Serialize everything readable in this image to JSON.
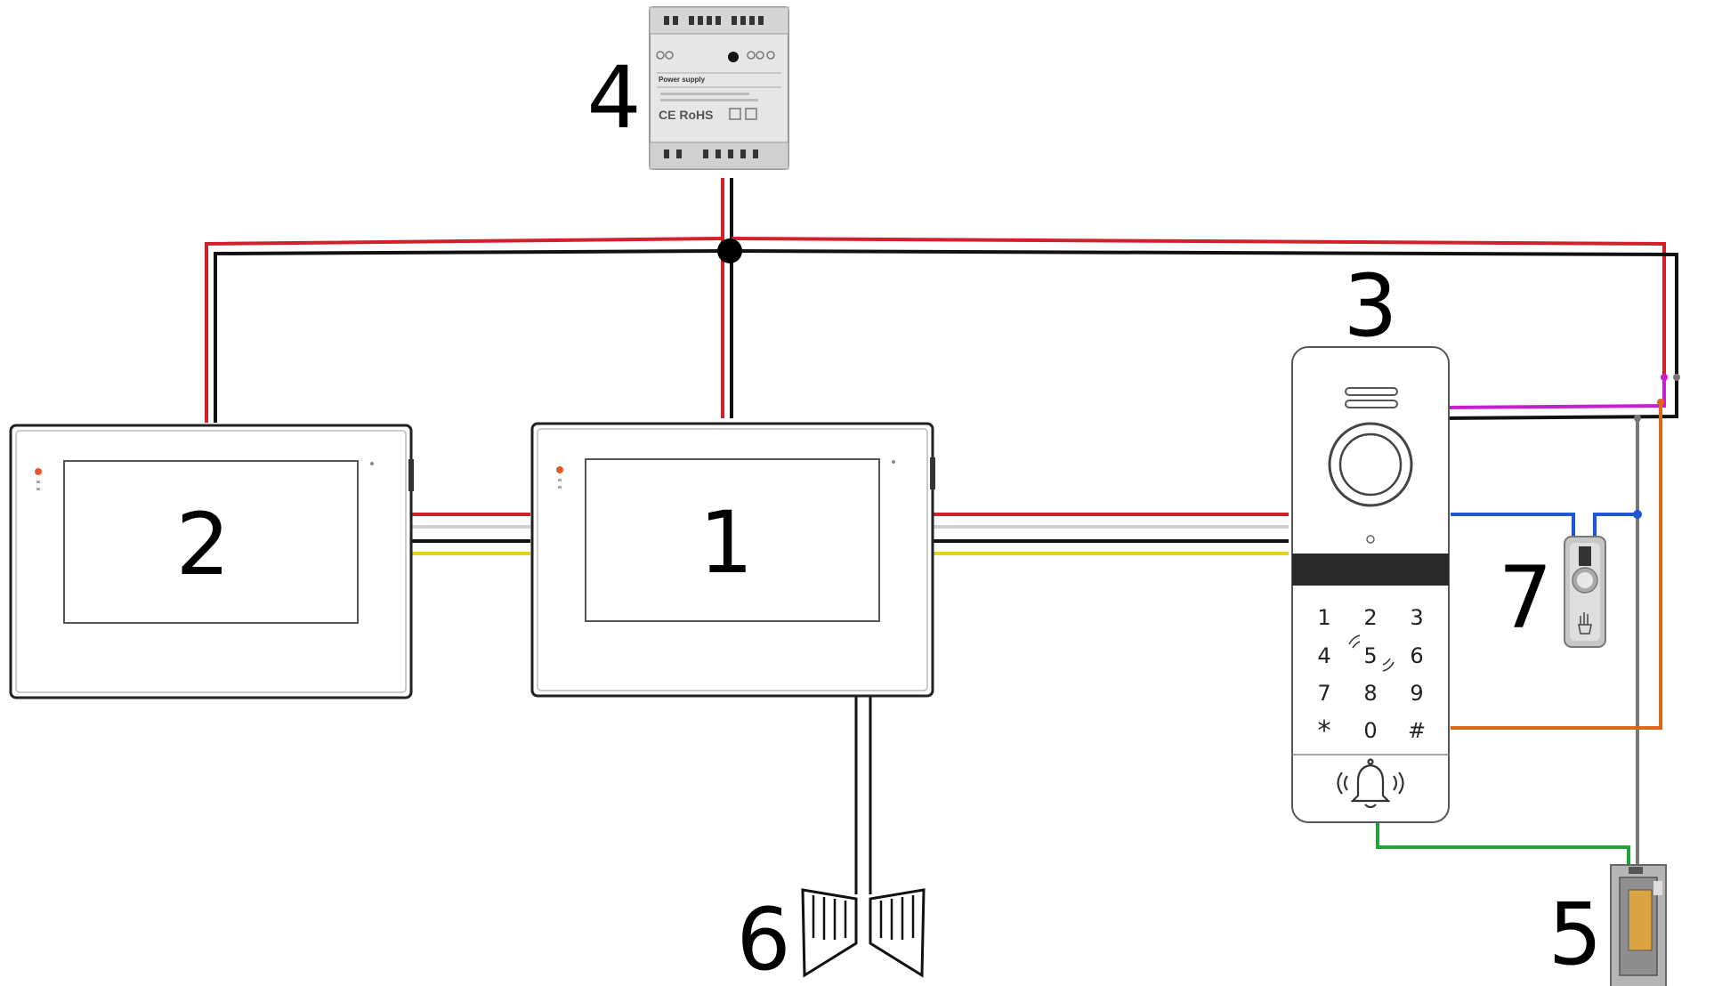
{
  "labels": {
    "monitor_main": "1",
    "monitor_second": "2",
    "door_station": "3",
    "power_supply": "4",
    "electric_strike": "5",
    "gate": "6",
    "exit_button": "7"
  },
  "psu": {
    "title": "Power supply",
    "marks": "CE RoHS"
  },
  "keypad": {
    "keys": [
      "1",
      "2",
      "3",
      "4",
      "5",
      "6",
      "7",
      "8",
      "9",
      "*",
      "0",
      "#"
    ]
  },
  "colors": {
    "red": "#d0202a",
    "black": "#111111",
    "white": "#cfcfcf",
    "yellow": "#e6d21e",
    "magenta": "#c51fd1",
    "gray": "#777777",
    "blue": "#1f56d3",
    "orange": "#e0651f",
    "green": "#22a33a"
  }
}
